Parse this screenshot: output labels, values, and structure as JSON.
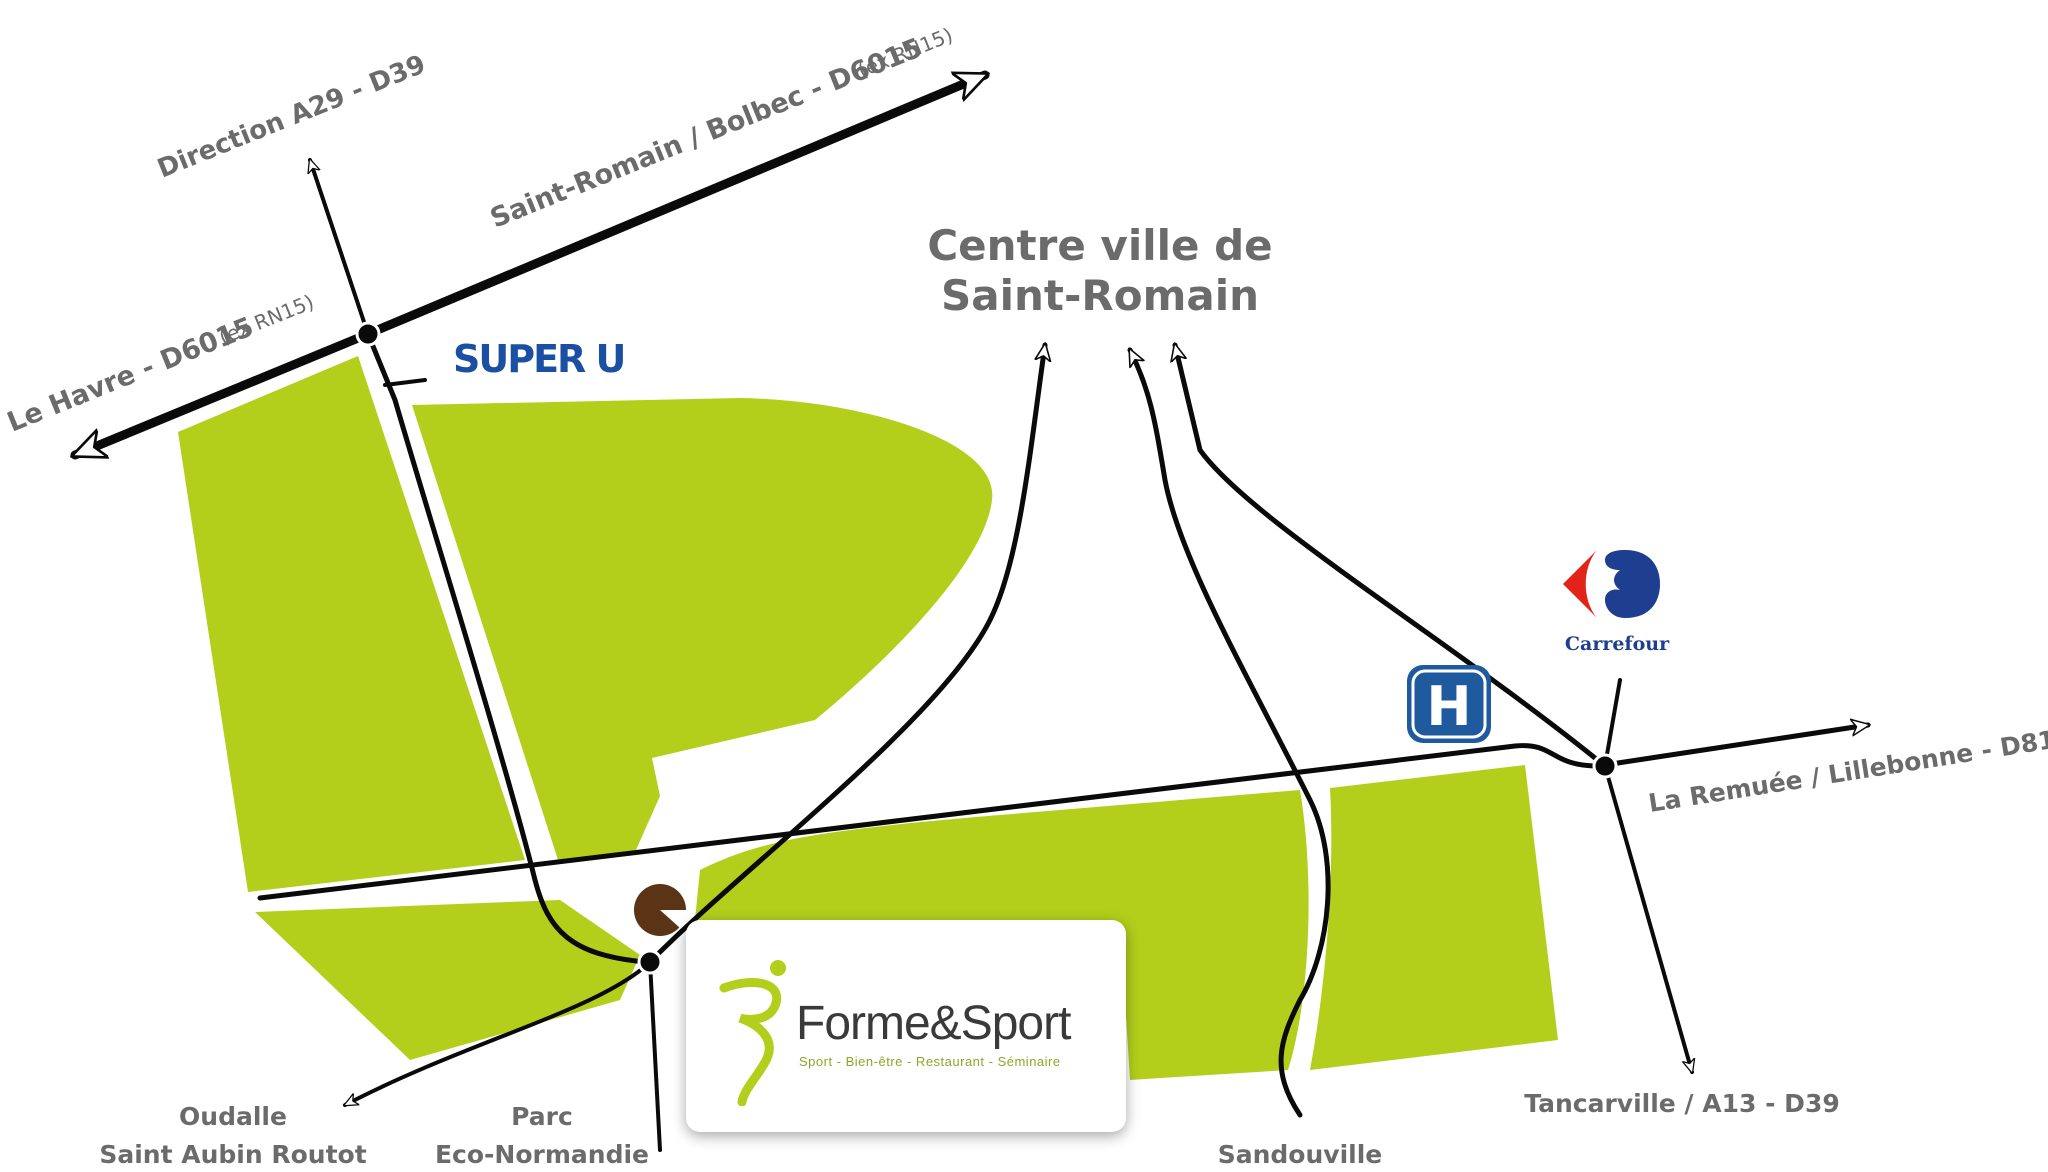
{
  "labels": {
    "direction_a29": "Direction A29 - D39",
    "saint_romain_bolbec": "Saint-Romain / Bolbec - D6015",
    "saint_romain_bolbec_note": "(ex RN15)",
    "le_havre": "Le Havre - D6015",
    "le_havre_note": "(ex RN15)",
    "centre_line1": "Centre ville de",
    "centre_line2": "Saint-Romain",
    "la_remuee": "La Remuée / Lillebonne - D81",
    "tancarville": "Tancarville / A13 - D39",
    "sandouville": "Sandouville",
    "parc_line1": "Parc",
    "parc_line2": "Eco-Normandie",
    "oudalle_line1": "Oudalle",
    "oudalle_line2": "Saint Aubin Routot"
  },
  "landmarks": {
    "superu": "SUPER U",
    "carrefour": "Carrefour",
    "hospital": "H"
  },
  "brand": {
    "name": "Forme&Sport",
    "tagline": "Sport - Bien-être - Restaurant - Séminaire"
  },
  "colors": {
    "zone_green": "#b3cf1b",
    "road": "#0a0a0a",
    "label_gray": "#6b6b6b",
    "superu_blue": "#1a4fa3",
    "superu_red": "#e2231a",
    "carrefour_blue": "#1e3f8f",
    "carrefour_red": "#e2231a",
    "hospital_blue": "#1f5a9e",
    "location_marker": "#5b3416"
  },
  "icons": [
    "hospital-icon",
    "carrefour-logo-icon",
    "superu-logo-icon",
    "location-marker-icon",
    "forme-sport-logo-icon",
    "arrow-icon"
  ]
}
